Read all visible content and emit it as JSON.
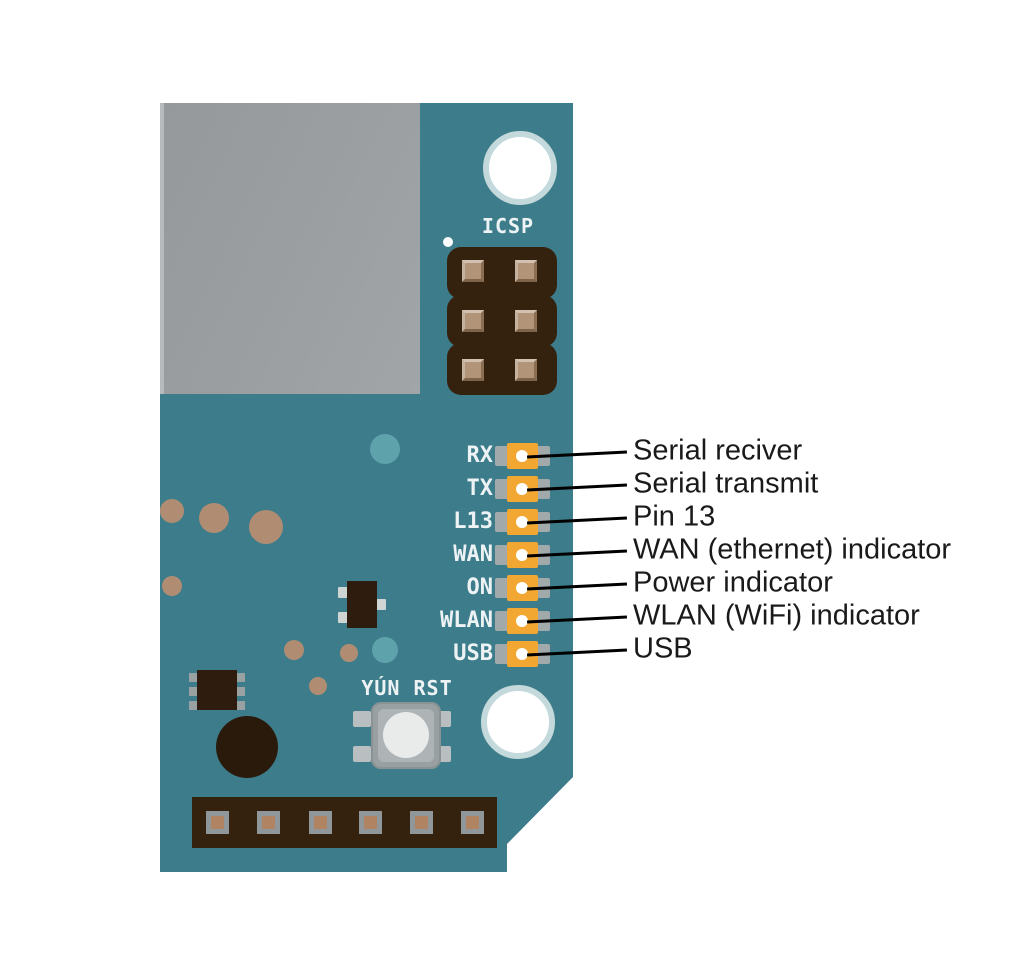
{
  "board": {
    "icsp_label": "ICSP",
    "reset_label": "YÚN RST"
  },
  "leds": [
    {
      "chip_label": "RX",
      "annotation": "Serial reciver"
    },
    {
      "chip_label": "TX",
      "annotation": "Serial transmit"
    },
    {
      "chip_label": "L13",
      "annotation": "Pin 13"
    },
    {
      "chip_label": "WAN",
      "annotation": "WAN (ethernet) indicator"
    },
    {
      "chip_label": "ON",
      "annotation": "Power indicator"
    },
    {
      "chip_label": "WLAN",
      "annotation": "WLAN (WiFi) indicator"
    },
    {
      "chip_label": "USB",
      "annotation": "USB"
    }
  ],
  "colors": {
    "board_teal": "#3d7c8a",
    "shield_gray": "#9b9fa1",
    "header_brown": "#34220f",
    "pin_tan": "#aa8a6e",
    "led_amber": "#f2a733",
    "led_cap_gray": "#a2a9ab",
    "silkscreen_white": "#edf3f5",
    "callout_line": "#000000",
    "annotation_text": "#1a1a1a",
    "via_tan": "#b08d72",
    "via_teal": "#5ea2ab",
    "hole_ring": "#c3d9db"
  }
}
